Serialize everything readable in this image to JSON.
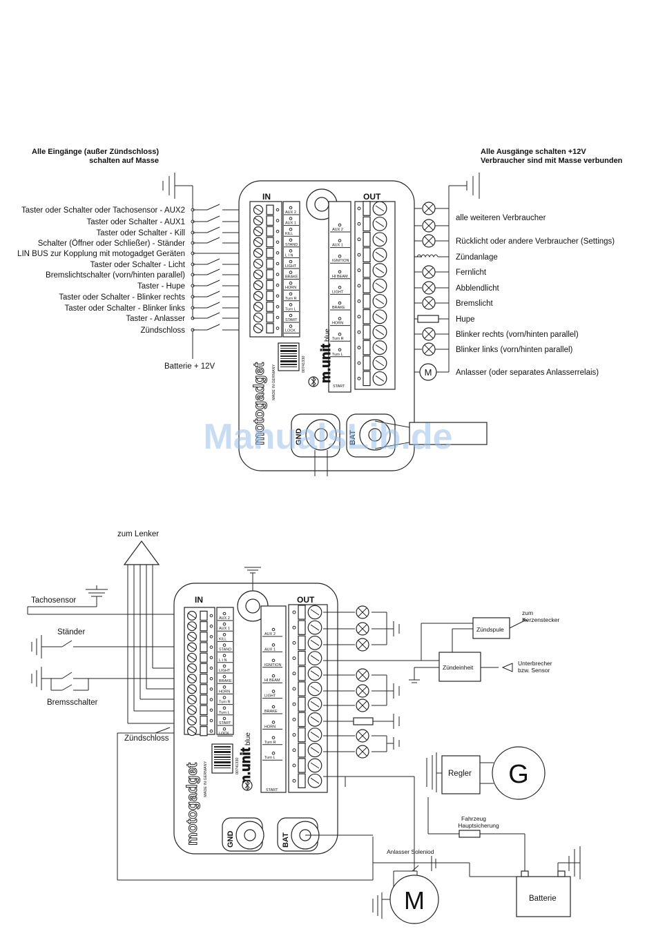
{
  "diagram1": {
    "inputs_header_line1": "Alle Eingänge (außer Zündschloss)",
    "inputs_header_line2": "schalten auf Masse",
    "outputs_header_line1": "Alle Ausgänge schalten +12V",
    "outputs_header_line2": "Verbraucher sind mit Masse verbunden",
    "inputs": [
      "Taster oder Schalter oder Tachosensor - AUX2",
      "Taster oder Schalter - AUX1",
      "Taster oder Schalter - Kill",
      "Schalter (Öffner oder Schließer) - Ständer",
      "LIN BUS zur Kopplung mit motogadget Geräten",
      "Taster oder Schalter - Licht",
      "Bremslichtschalter (vorn/hinten parallel)",
      "Taster - Hupe",
      "Taster oder Schalter - Blinker rechts",
      "Taster oder Schalter - Blinker links",
      "Taster - Anlasser",
      "Zündschloss"
    ],
    "battery_label": "Batterie + 12V",
    "outputs": [
      "alle weiteren Verbraucher",
      "Rücklicht oder andere Verbraucher (Settings)",
      "Zündanlage",
      "Fernlicht",
      "Abblendlicht",
      "Bremslicht",
      "Hupe",
      "Blinker rechts (vorn/hinten parallel)",
      "Blinker links (vorn/hinten parallel)",
      "Anlasser (oder separates Anlasserrelais)"
    ],
    "motor_symbol": "M"
  },
  "device": {
    "in_label": "IN",
    "out_label": "OUT",
    "in_terminals": [
      "AUX 2",
      "AUX 1",
      "KILL",
      "STAND",
      "L I N",
      "LIGHT",
      "BRAKE",
      "HORN",
      "Turn R",
      "Turn L",
      "START",
      "LOCK"
    ],
    "out_terminals": [
      "AUX 2",
      "AUX 1",
      "IGNITION",
      "HI BEAM",
      "LIGHT",
      "BRAKE",
      "HORN",
      "Turn R",
      "Turn L",
      "START"
    ],
    "brand": "motogadget",
    "made_in": "MADE IN GERMANY",
    "model": "m.unit",
    "model_suffix": "blue",
    "serial": "00741330",
    "gnd_label": "GND",
    "bat_label": "BAT"
  },
  "watermark": "ManualsLib.de",
  "diagram2": {
    "handlebar_label": "zum Lenker",
    "speed_sensor_label": "Tachosensor",
    "stand_label": "Ständer",
    "brake_switch_label": "Bremsschalter",
    "ignition_lock_label": "Zündschloss",
    "spark_plug_label_line1": "zum",
    "spark_plug_label_line2": "Kerzenstecker",
    "ignition_coil_label": "Zündspule",
    "ignition_unit_label": "Zündeinheit",
    "breaker_label_line1": "Unterbrecher",
    "breaker_label_line2": "bzw. Sensor",
    "regulator_label": "Regler",
    "generator_symbol": "G",
    "main_fuse_label_line1": "Fahrzeug",
    "main_fuse_label_line2": "Hauptsicherung",
    "starter_solenoid_label": "Anlasser Soleniod",
    "battery_label": "Batterie",
    "motor_symbol": "M"
  }
}
